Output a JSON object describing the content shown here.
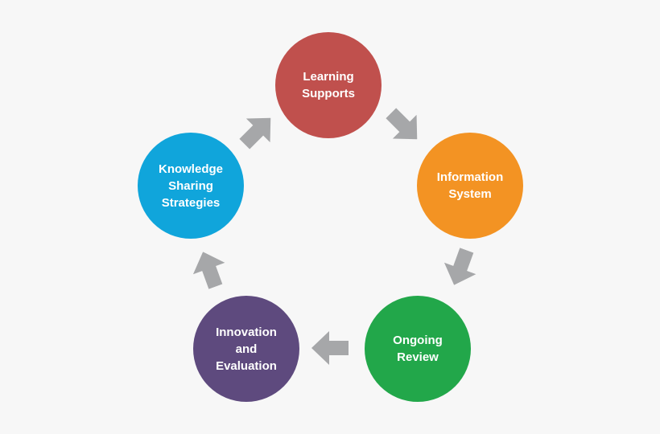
{
  "diagram": {
    "nodes": [
      {
        "id": "learning-supports",
        "lines": [
          "Learning",
          "Supports"
        ],
        "color": "#c0504d"
      },
      {
        "id": "information-system",
        "lines": [
          "Information",
          "System"
        ],
        "color": "#f39323"
      },
      {
        "id": "ongoing-review",
        "lines": [
          "Ongoing",
          "Review"
        ],
        "color": "#22a74a"
      },
      {
        "id": "innovation-and-evaluation",
        "lines": [
          "Innovation",
          "and",
          "Evaluation"
        ],
        "color": "#5e4a7e"
      },
      {
        "id": "knowledge-sharing-strategies",
        "lines": [
          "Knowledge",
          "Sharing",
          "Strategies"
        ],
        "color": "#10a5db"
      }
    ],
    "edges": [
      {
        "from": "learning-supports",
        "to": "information-system"
      },
      {
        "from": "information-system",
        "to": "ongoing-review"
      },
      {
        "from": "ongoing-review",
        "to": "innovation-and-evaluation"
      },
      {
        "from": "innovation-and-evaluation",
        "to": "knowledge-sharing-strategies"
      },
      {
        "from": "knowledge-sharing-strategies",
        "to": "learning-supports"
      }
    ],
    "arrow_color": "#a6a7a9",
    "icon": "block-arrow-icon"
  }
}
